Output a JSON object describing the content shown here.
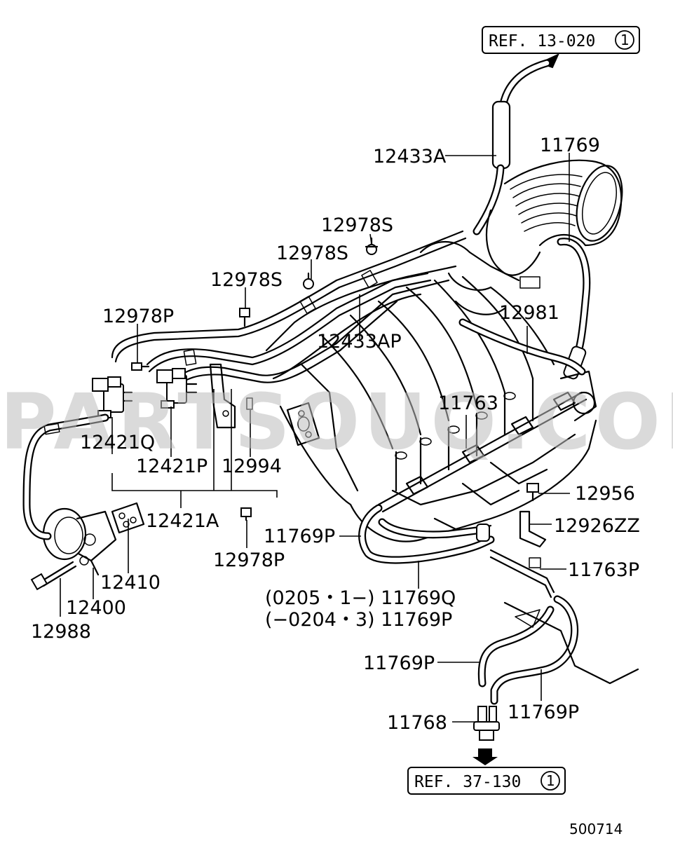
{
  "diagram": {
    "refs": [
      {
        "text": "REF. 13-020",
        "circled": "1"
      },
      {
        "text": "REF. 37-130",
        "circled": "1"
      }
    ],
    "labels": {
      "p11769": "11769",
      "p12433A": "12433A",
      "p12978S_a": "12978S",
      "p12978S_b": "12978S",
      "p12978S_c": "12978S",
      "p12978P_a": "12978P",
      "p12981": "12981",
      "p12433AP": "12433AP",
      "p11763": "11763",
      "p12421Q": "12421Q",
      "p12421P": "12421P",
      "p12994": "12994",
      "p12956": "12956",
      "p12421A": "12421A",
      "p12926ZZ": "12926ZZ",
      "p11769P_a": "11769P",
      "p11763P": "11763P",
      "p12978P_b": "12978P",
      "p12410": "12410",
      "p12400": "12400",
      "p12988": "12988",
      "p11769Q_note": "(0205・1−) 11769Q",
      "p11769P_note": "(−0204・3) 11769P",
      "p11769P_b": "11769P",
      "p11769P_c": "11769P",
      "p11768": "11768"
    },
    "watermark": "PARTSOUQ.COM",
    "diagram_id": "500714"
  }
}
